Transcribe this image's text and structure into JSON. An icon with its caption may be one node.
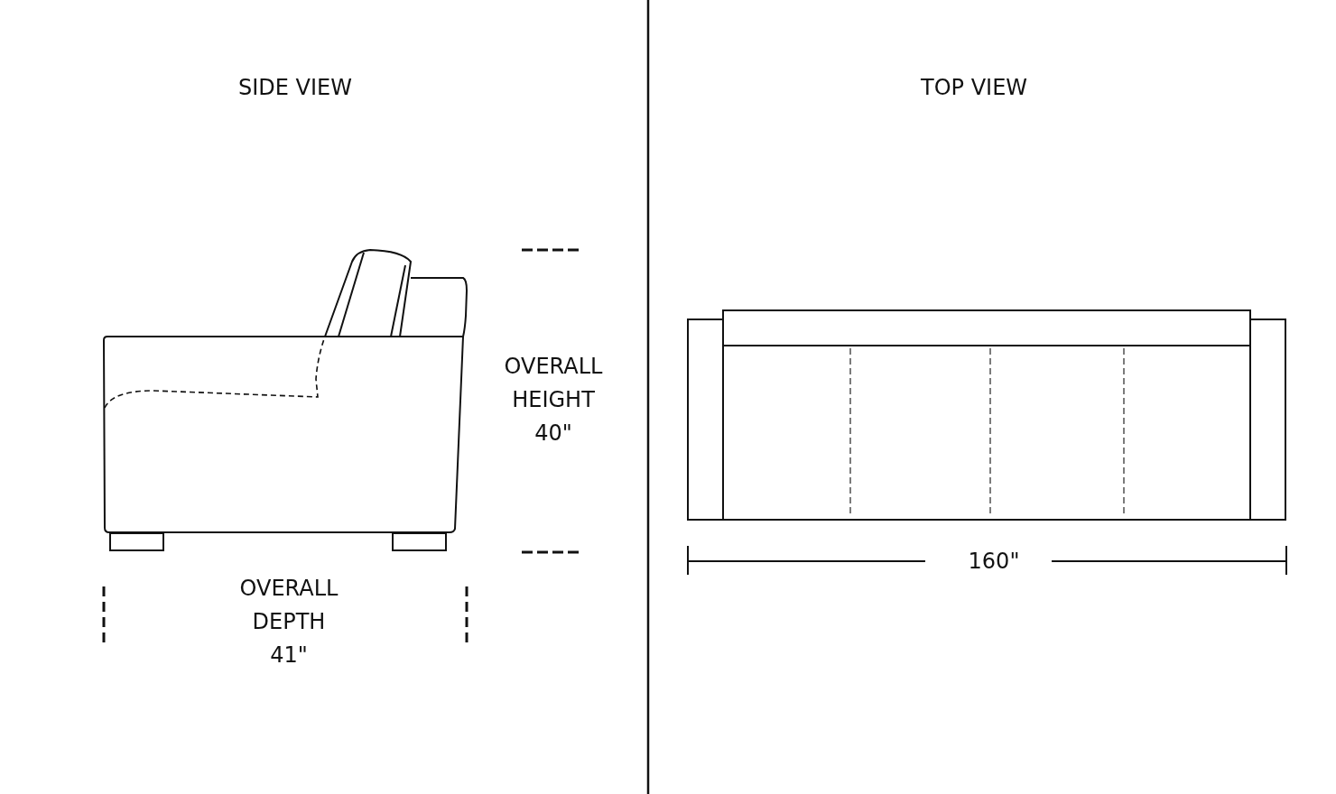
{
  "diagram": {
    "labels": [
      "SIDE VIEW",
      "TOP VIEW",
      "OVERALL HEIGHT 40\"",
      "OVERALL DEPTH 41\"",
      "160\""
    ]
  }
}
